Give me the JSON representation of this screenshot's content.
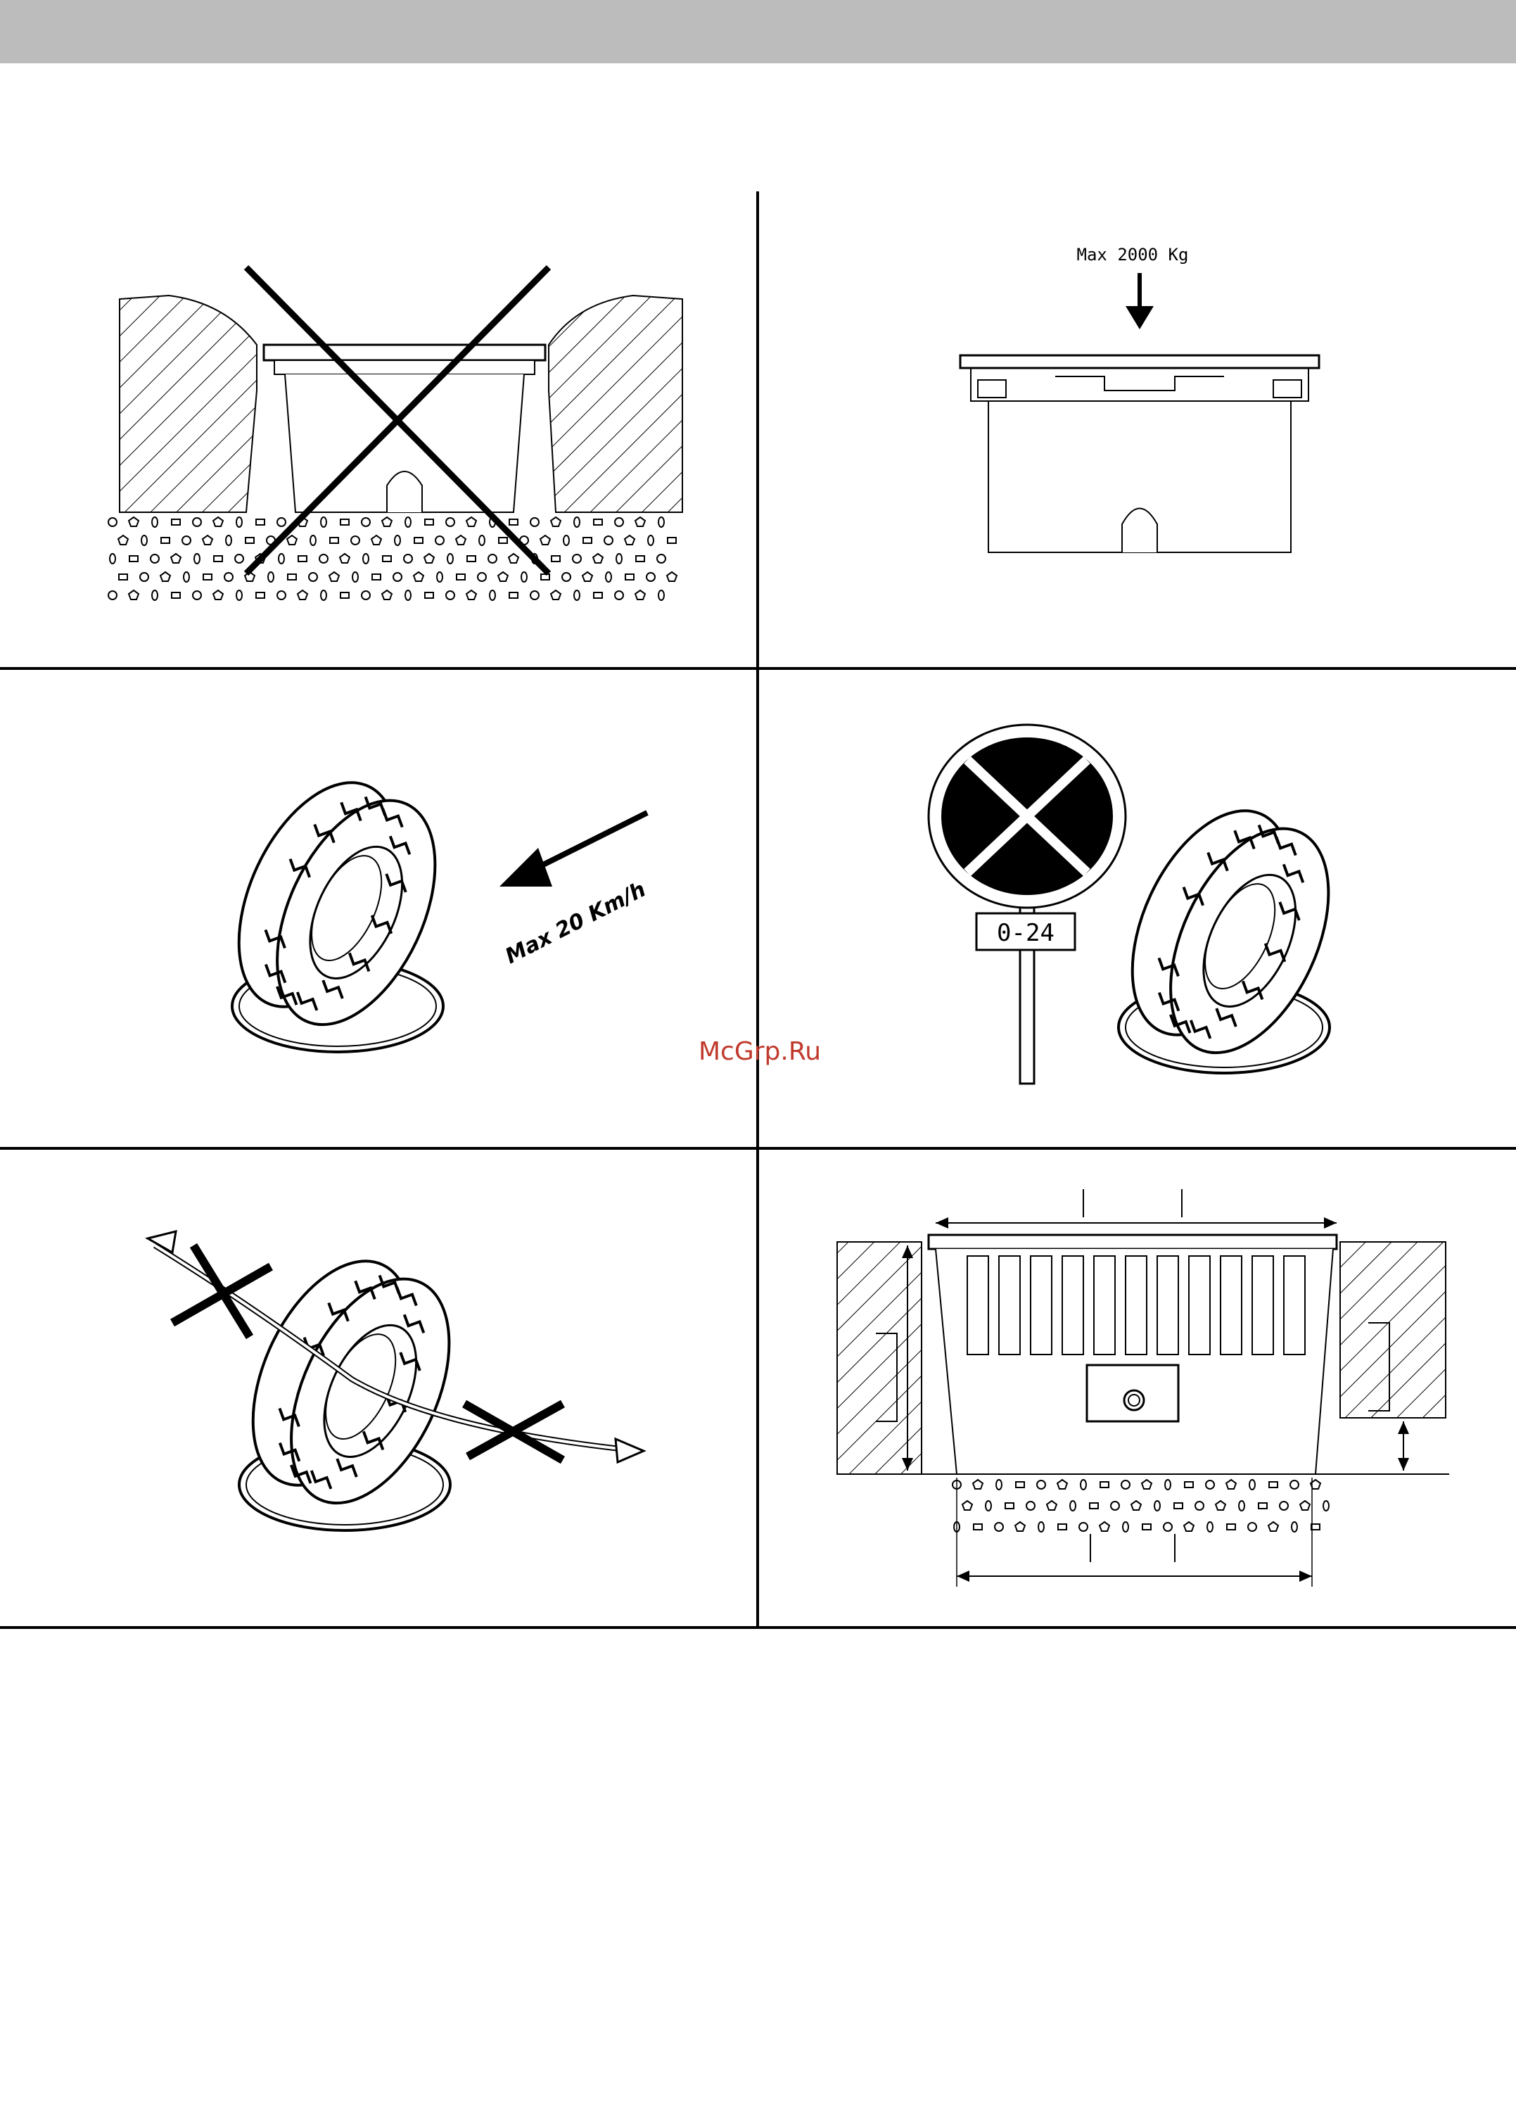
{
  "page": {
    "header_color": "#bcbcbc",
    "watermark": "McGrp.Ru",
    "watermark_color": "#c0392b"
  },
  "panels": [
    {
      "id": "wrong-installation",
      "icon": "crossed-out-installation-icon"
    },
    {
      "id": "max-load",
      "icon": "load-arrow-icon",
      "label": "Max 2000 Kg"
    },
    {
      "id": "max-speed",
      "icon": "tire-speed-icon",
      "label": "Max 20 Km/h"
    },
    {
      "id": "no-parking",
      "icon": "no-stopping-sign-icon",
      "label": "0-24"
    },
    {
      "id": "no-turning",
      "icon": "tire-turning-forbidden-icon"
    },
    {
      "id": "dimensions",
      "icon": "installation-dimensions-icon"
    }
  ]
}
